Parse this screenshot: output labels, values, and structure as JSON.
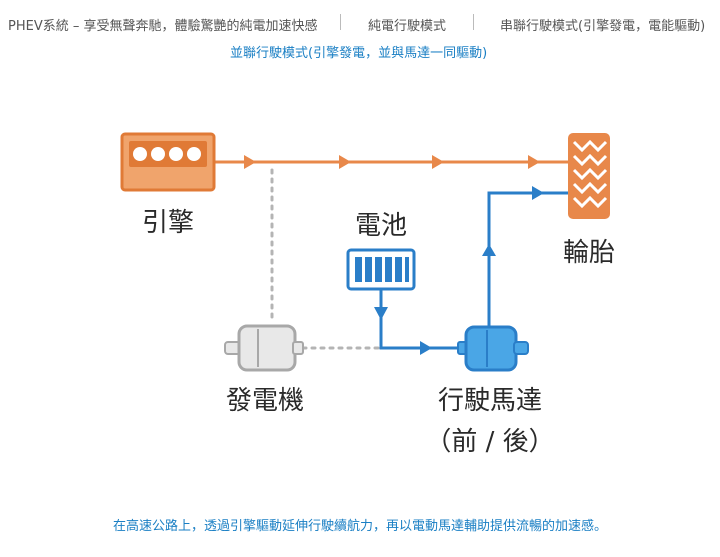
{
  "tabs": [
    {
      "label": "PHEV系統 – 享受無聲奔馳，體驗驚艷的純電加速快感",
      "active": false
    },
    {
      "label": "純電行駛模式",
      "active": false
    },
    {
      "label": "串聯行駛模式(引擎發電，電能驅動)",
      "active": false
    },
    {
      "label": "並聯行駛模式(引擎發電，並與馬達一同驅動)",
      "active": true
    }
  ],
  "diagram": {
    "engine_label": "引擎",
    "battery_label": "電池",
    "tire_label": "輪胎",
    "generator_label": "發電機",
    "motor_label": "行駛馬達",
    "motor_sublabel": "（前 / 後）"
  },
  "colors": {
    "accent": "#1a7fc4",
    "engine_orange": "#e8884a",
    "electric_blue": "#2a7ec8",
    "dotted_gray": "#b4b4b4"
  },
  "icons": [
    "engine-icon",
    "battery-icon",
    "tire-icon",
    "generator-icon",
    "motor-icon"
  ],
  "caption": "在高速公路上，透過引擎驅動延伸行駛續航力，再以電動馬達輔助提供流暢的加速感。"
}
